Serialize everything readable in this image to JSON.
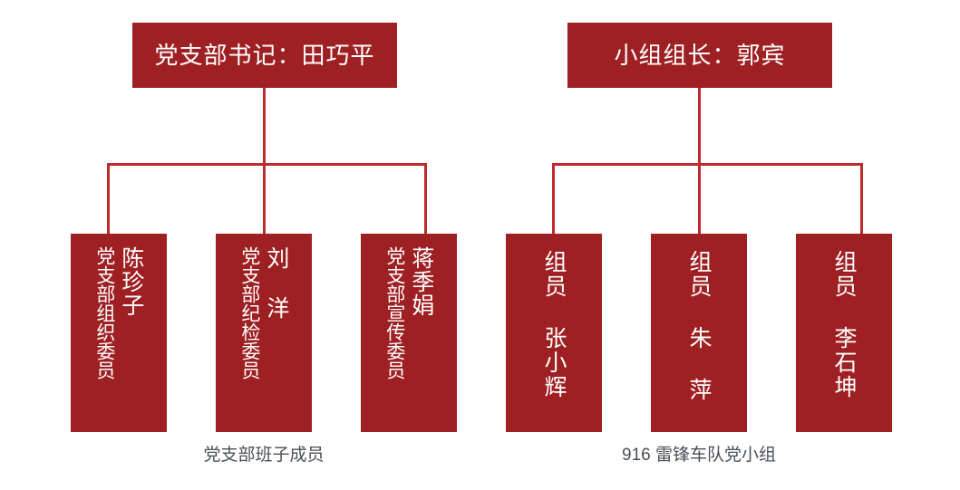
{
  "diagram": {
    "title_visible": false,
    "colors": {
      "box_fill": "#9e2023",
      "box_text": "#ffffff",
      "connector": "#bf2a2f",
      "caption_text": "#4a4f58",
      "background": "#ffffff"
    }
  },
  "groups": [
    {
      "id": "party-branch",
      "caption": "党支部班子成员",
      "root": {
        "label": "党支部书记：田巧平",
        "role": "党支部书记",
        "person": "田巧平"
      },
      "children": [
        {
          "role": "党支部组织委员",
          "person": "陈珍子"
        },
        {
          "role": "党支部纪检委员",
          "person": "刘 洋"
        },
        {
          "role": "党支部宣传委员",
          "person": "蒋季娟"
        }
      ]
    },
    {
      "id": "lei-feng-team",
      "caption": "916 雷锋车队党小组",
      "root": {
        "label": "小组组长：郭宾",
        "role": "小组组长",
        "person": "郭宾"
      },
      "children": [
        {
          "role": "组员",
          "person": "张小辉",
          "combined": "组员 张小辉"
        },
        {
          "role": "组员",
          "person": "朱 萍",
          "combined": "组员 朱 萍"
        },
        {
          "role": "组员",
          "person": "李石坤",
          "combined": "组员 李石坤"
        }
      ]
    }
  ]
}
